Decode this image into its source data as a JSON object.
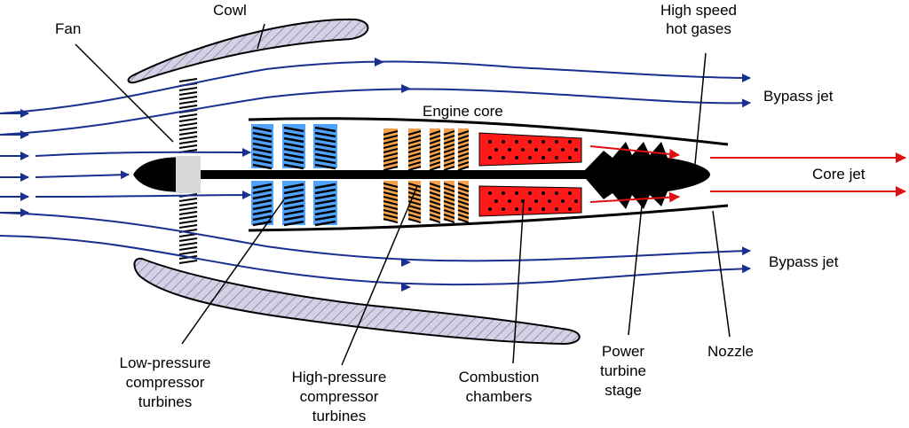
{
  "labels": {
    "cowl": "Cowl",
    "fan": "Fan",
    "high_speed_line1": "High speed",
    "high_speed_line2": "hot gases",
    "bypass_jet_top": "Bypass jet",
    "engine_core": "Engine core",
    "core_jet": "Core jet",
    "bypass_jet_bottom": "Bypass jet",
    "lpc_line1": "Low-pressure",
    "lpc_line2": "compressor",
    "lpc_line3": "turbines",
    "hpc_line1": "High-pressure",
    "hpc_line2": "compressor",
    "hpc_line3": "turbines",
    "comb_line1": "Combustion",
    "comb_line2": "chambers",
    "power_line1": "Power",
    "power_line2": "turbine",
    "power_line3": "stage",
    "nozzle": "Nozzle"
  },
  "colors": {
    "bypass_flow": "#1a2f8f",
    "core_jet": "#e01010",
    "cowl_fill": "#d6d0e6",
    "low_pressure_compressor": "#4fa3ff",
    "high_pressure_compressor": "#f5a04a",
    "combustion": "#ff1a1a",
    "turbine": "#000000",
    "fan_hub": "#d8d8d8"
  }
}
